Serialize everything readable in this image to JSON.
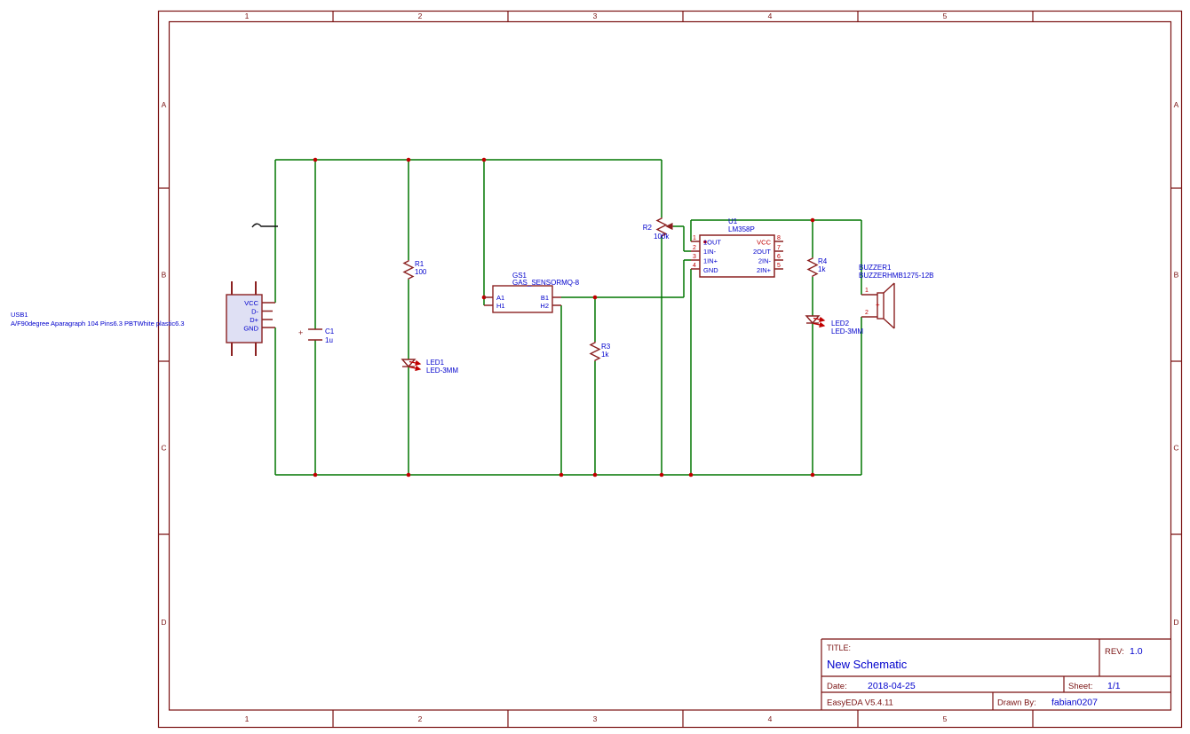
{
  "frame": {
    "columns": [
      "1",
      "2",
      "3",
      "4",
      "5"
    ],
    "rows": [
      "A",
      "B",
      "C",
      "D"
    ]
  },
  "components": {
    "usb1": {
      "ref": "USB1",
      "desc": "A/F90degree Aparagraph 104 Pins6.3 PBTWhite plastic6.3",
      "pins": [
        "VCC",
        "D-",
        "D+",
        "GND"
      ]
    },
    "c1": {
      "ref": "C1",
      "value": "1u",
      "polarity": "+"
    },
    "r1": {
      "ref": "R1",
      "value": "100"
    },
    "led1": {
      "ref": "LED1",
      "value": "LED-3MM"
    },
    "gs1": {
      "ref": "GS1",
      "value": "GAS_SENSORMQ-8",
      "pin_a1": "A1",
      "pin_h1": "H1",
      "pin_b1": "B1",
      "pin_h2": "H2"
    },
    "r2": {
      "ref": "R2",
      "value": "100k"
    },
    "r3": {
      "ref": "R3",
      "value": "1k"
    },
    "u1": {
      "ref": "U1",
      "value": "LM358P",
      "left_pins": [
        "1OUT",
        "1IN-",
        "1IN+",
        "GND"
      ],
      "right_pins": [
        "VCC",
        "2OUT",
        "2IN-",
        "2IN+"
      ],
      "left_numbers": [
        "1",
        "2",
        "3",
        "4"
      ],
      "right_numbers": [
        "8",
        "7",
        "6",
        "5"
      ]
    },
    "r4": {
      "ref": "R4",
      "value": "1k"
    },
    "led2": {
      "ref": "LED2",
      "value": "LED-3MM"
    },
    "buzzer1": {
      "ref": "BUZZER1",
      "value": "BUZZERHMB1275-12B",
      "pin1": "1",
      "pin2": "2",
      "polarity": "+"
    }
  },
  "title_block": {
    "title_label": "TITLE:",
    "title": "New Schematic",
    "rev_label": "REV:",
    "rev": "1.0",
    "date_label": "Date:",
    "date": "2018-04-25",
    "sheet_label": "Sheet:",
    "sheet": "1/1",
    "software": "EasyEDA V5.4.11",
    "drawn_by_label": "Drawn By:",
    "drawn_by": "fabian0207"
  },
  "colors": {
    "wire_green": "#007700",
    "component_red": "#8b2121",
    "frame_red": "#7a1212",
    "label_blue": "#0000cc",
    "pin_red": "#c00000",
    "usb_fill": "#dfe0f4",
    "background": "#ffffff"
  }
}
